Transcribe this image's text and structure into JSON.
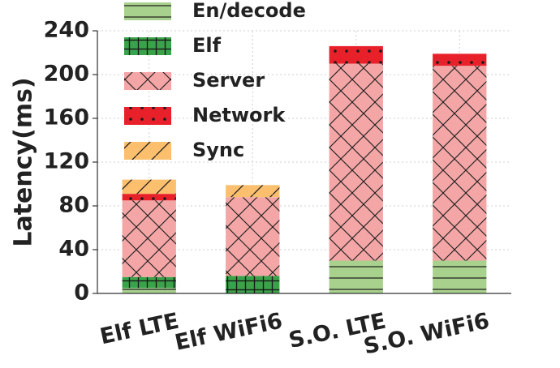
{
  "chart_data": {
    "type": "bar",
    "stacked": true,
    "categories": [
      "Elf LTE",
      "Elf WiFi6",
      "S.O. LTE",
      "S.O. WiFi6"
    ],
    "ylabel": "Latency(ms)",
    "xlabel": "",
    "title": "",
    "ylim": [
      0,
      240
    ],
    "yticks": [
      "0",
      "40",
      "80",
      "120",
      "160",
      "200",
      "240"
    ],
    "grid": true,
    "legend_position": "top-left",
    "series": [
      {
        "name": "En/decode",
        "key": "endecode",
        "color": "#a9d18e",
        "pattern": "horizontal lines",
        "values": [
          5,
          0,
          30,
          30
        ]
      },
      {
        "name": "Elf",
        "key": "elf",
        "color": "#3aa34a",
        "pattern": "grid",
        "values": [
          10,
          16,
          0,
          0
        ]
      },
      {
        "name": "Server",
        "key": "server",
        "color": "#f4a6a6",
        "pattern": "crosshatch",
        "values": [
          70,
          72,
          180,
          178
        ]
      },
      {
        "name": "Network",
        "key": "network",
        "color": "#e8202a",
        "pattern": "dots",
        "values": [
          6,
          0,
          16,
          11
        ]
      },
      {
        "name": "Sync",
        "key": "sync",
        "color": "#fbbf6e",
        "pattern": "diagonal",
        "values": [
          13,
          11,
          0,
          0
        ]
      }
    ]
  }
}
